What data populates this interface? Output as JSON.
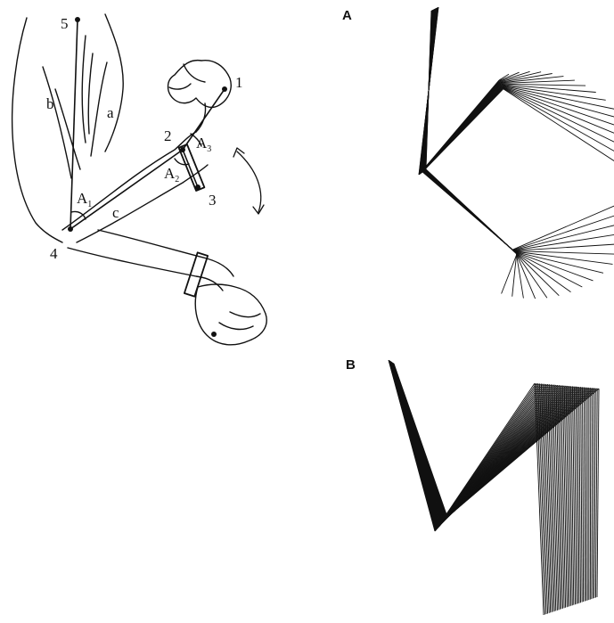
{
  "panel_labels": {
    "a": "A",
    "b": "B"
  },
  "points": {
    "p1": "1",
    "p2": "2",
    "p3": "3",
    "p4": "4",
    "p5": "5"
  },
  "segments": {
    "a": "a",
    "b": "b",
    "c": "c"
  },
  "angles": {
    "a1": {
      "main": "A",
      "sub": "1"
    },
    "a2": {
      "main": "A",
      "sub": "2"
    },
    "a3": {
      "main": "A",
      "sub": "3"
    }
  }
}
